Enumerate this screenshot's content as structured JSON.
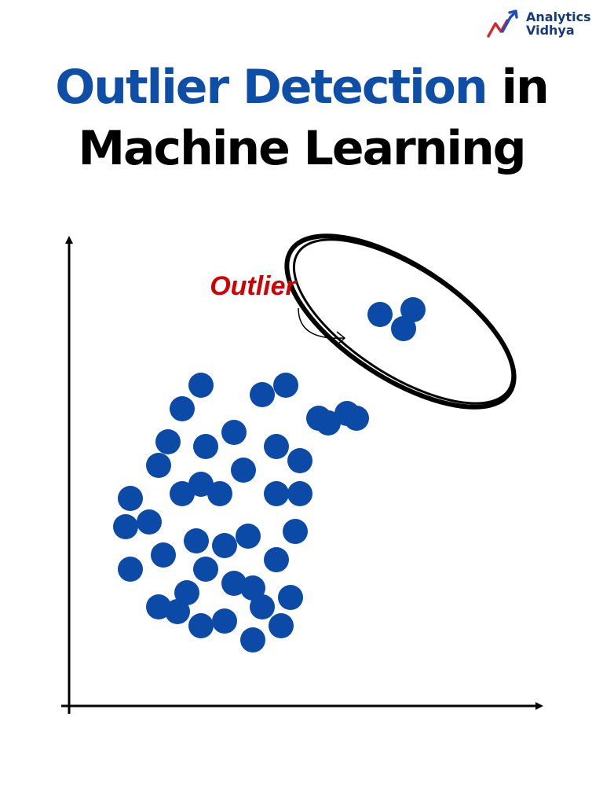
{
  "brand": {
    "line1": "Analytics",
    "line2": "Vidhya",
    "colors": {
      "text": "#173a7a",
      "red": "#d6252b",
      "blue": "#1e4fbf"
    }
  },
  "title": {
    "part1": "Outlier Detection",
    "part2": "in",
    "line2": "Machine Learning",
    "colors": {
      "highlight": "#0f4ea7",
      "normal": "#000000"
    }
  },
  "chart_data": {
    "type": "scatter",
    "annotation": {
      "text": "Outlier",
      "color": "#d10000"
    },
    "point_color": "#0b4aa6",
    "axis_color": "#000000",
    "grid": false,
    "series": [
      {
        "group": "cluster",
        "points": [
          [
            0.23,
            0.2
          ],
          [
            0.28,
            0.17
          ],
          [
            0.33,
            0.18
          ],
          [
            0.39,
            0.14
          ],
          [
            0.41,
            0.21
          ],
          [
            0.45,
            0.17
          ],
          [
            0.19,
            0.21
          ],
          [
            0.25,
            0.24
          ],
          [
            0.29,
            0.29
          ],
          [
            0.35,
            0.26
          ],
          [
            0.39,
            0.25
          ],
          [
            0.47,
            0.23
          ],
          [
            0.13,
            0.29
          ],
          [
            0.2,
            0.32
          ],
          [
            0.27,
            0.35
          ],
          [
            0.33,
            0.34
          ],
          [
            0.38,
            0.36
          ],
          [
            0.44,
            0.31
          ],
          [
            0.48,
            0.37
          ],
          [
            0.12,
            0.38
          ],
          [
            0.17,
            0.39
          ],
          [
            0.24,
            0.45
          ],
          [
            0.28,
            0.47
          ],
          [
            0.32,
            0.45
          ],
          [
            0.37,
            0.5
          ],
          [
            0.44,
            0.45
          ],
          [
            0.49,
            0.45
          ],
          [
            0.13,
            0.44
          ],
          [
            0.19,
            0.51
          ],
          [
            0.21,
            0.56
          ],
          [
            0.29,
            0.55
          ],
          [
            0.35,
            0.58
          ],
          [
            0.44,
            0.55
          ],
          [
            0.49,
            0.52
          ],
          [
            0.24,
            0.63
          ],
          [
            0.28,
            0.68
          ],
          [
            0.41,
            0.66
          ],
          [
            0.46,
            0.68
          ],
          [
            0.53,
            0.61
          ],
          [
            0.55,
            0.6
          ],
          [
            0.59,
            0.62
          ],
          [
            0.61,
            0.61
          ]
        ]
      },
      {
        "group": "outlier",
        "points": [
          [
            0.66,
            0.83
          ],
          [
            0.71,
            0.8
          ],
          [
            0.73,
            0.84
          ]
        ]
      }
    ]
  }
}
